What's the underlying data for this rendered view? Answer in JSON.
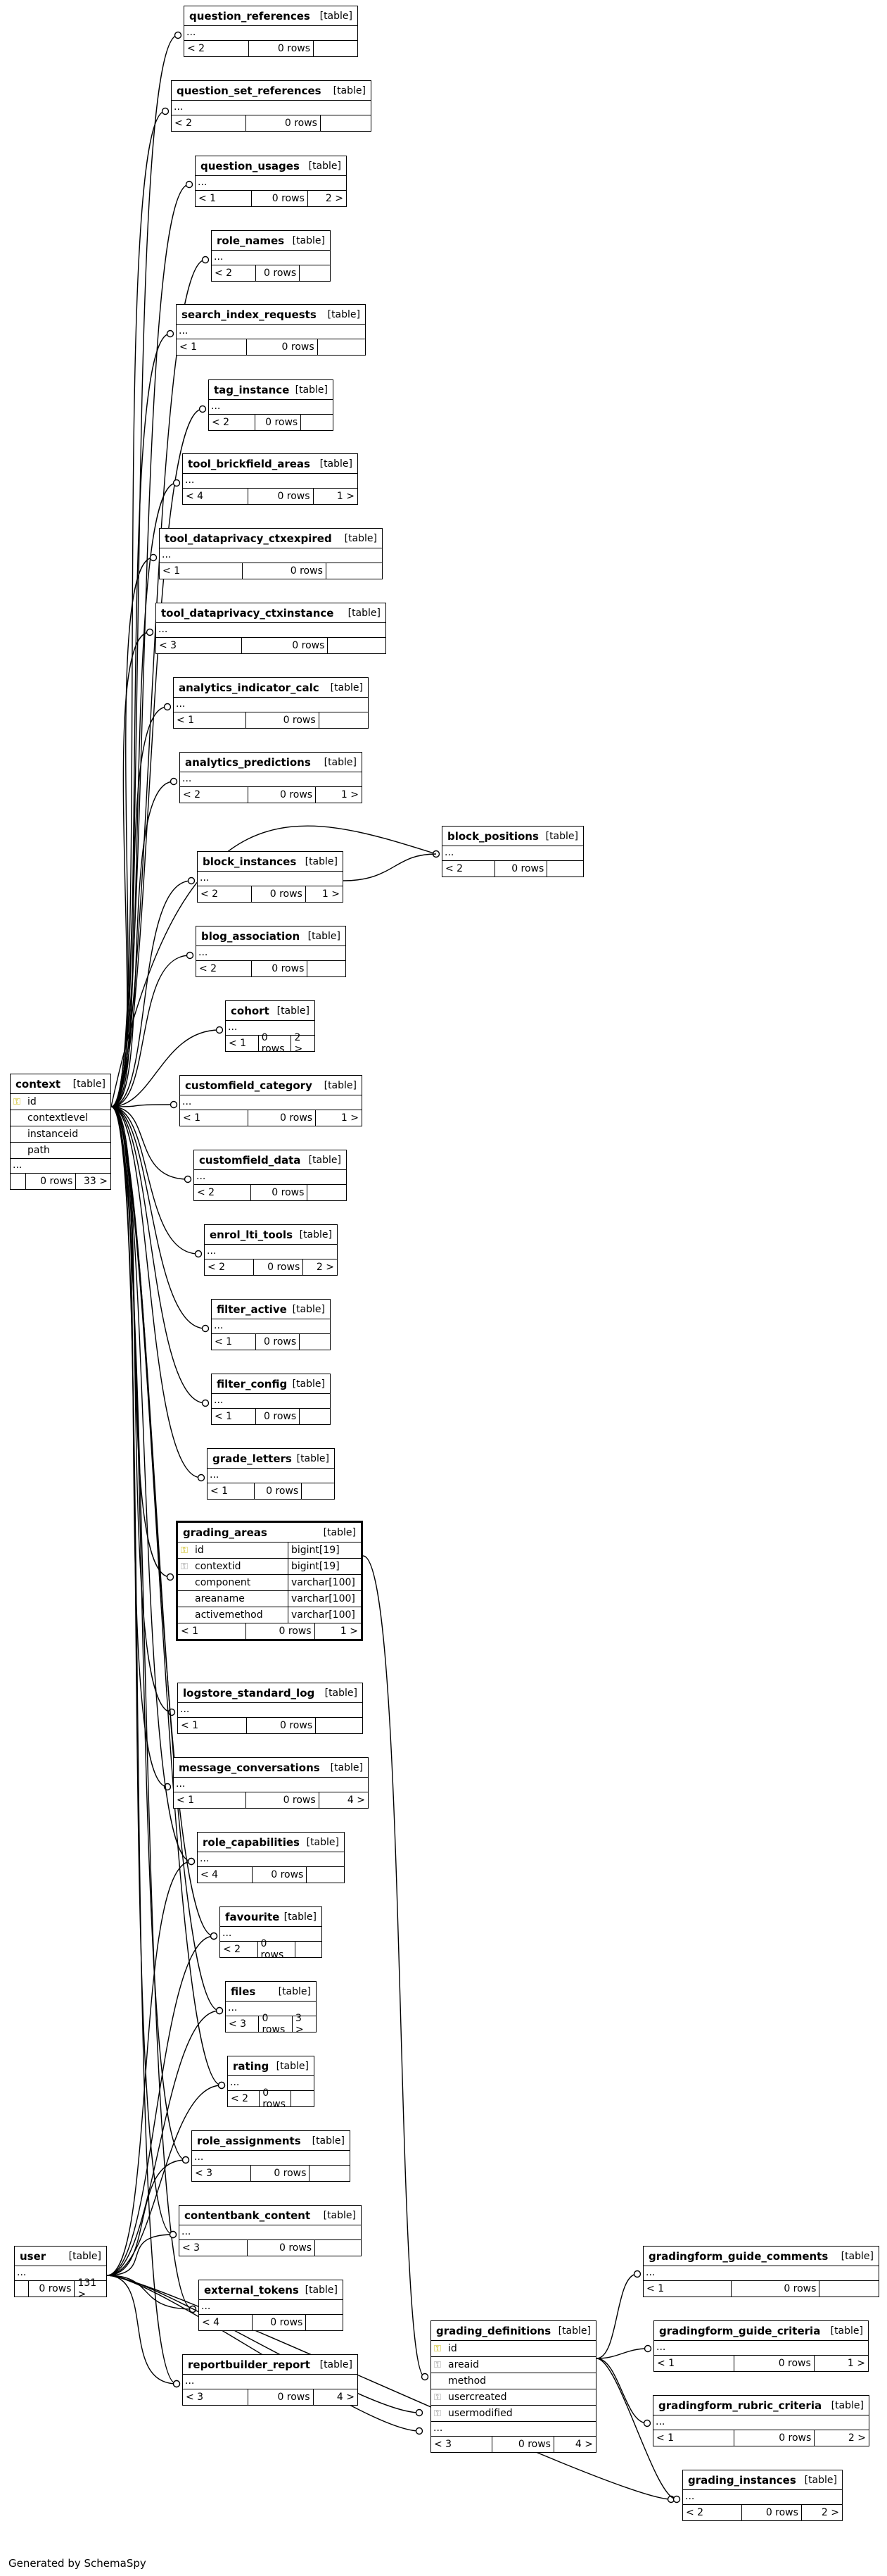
{
  "footer": {
    "credit": "Generated by SchemaSpy"
  },
  "tables": [
    {
      "id": "question_references",
      "name": "question_references",
      "type": "[table]",
      "ellipsis": "...",
      "left": "< 2",
      "rows": "0 rows",
      "right": ""
    },
    {
      "id": "question_set_references",
      "name": "question_set_references",
      "type": "[table]",
      "ellipsis": "...",
      "left": "< 2",
      "rows": "0 rows",
      "right": ""
    },
    {
      "id": "question_usages",
      "name": "question_usages",
      "type": "[table]",
      "ellipsis": "...",
      "left": "< 1",
      "rows": "0 rows",
      "right": "2 >"
    },
    {
      "id": "role_names",
      "name": "role_names",
      "type": "[table]",
      "ellipsis": "...",
      "left": "< 2",
      "rows": "0 rows",
      "right": ""
    },
    {
      "id": "search_index_requests",
      "name": "search_index_requests",
      "type": "[table]",
      "ellipsis": "...",
      "left": "< 1",
      "rows": "0 rows",
      "right": ""
    },
    {
      "id": "tag_instance",
      "name": "tag_instance",
      "type": "[table]",
      "ellipsis": "...",
      "left": "< 2",
      "rows": "0 rows",
      "right": ""
    },
    {
      "id": "tool_brickfield_areas",
      "name": "tool_brickfield_areas",
      "type": "[table]",
      "ellipsis": "...",
      "left": "< 4",
      "rows": "0 rows",
      "right": "1 >"
    },
    {
      "id": "tool_dataprivacy_ctxexpired",
      "name": "tool_dataprivacy_ctxexpired",
      "type": "[table]",
      "ellipsis": "...",
      "left": "< 1",
      "rows": "0 rows",
      "right": ""
    },
    {
      "id": "tool_dataprivacy_ctxinstance",
      "name": "tool_dataprivacy_ctxinstance",
      "type": "[table]",
      "ellipsis": "...",
      "left": "< 3",
      "rows": "0 rows",
      "right": ""
    },
    {
      "id": "analytics_indicator_calc",
      "name": "analytics_indicator_calc",
      "type": "[table]",
      "ellipsis": "...",
      "left": "< 1",
      "rows": "0 rows",
      "right": ""
    },
    {
      "id": "analytics_predictions",
      "name": "analytics_predictions",
      "type": "[table]",
      "ellipsis": "...",
      "left": "< 2",
      "rows": "0 rows",
      "right": "1 >"
    },
    {
      "id": "block_positions",
      "name": "block_positions",
      "type": "[table]",
      "ellipsis": "...",
      "left": "< 2",
      "rows": "0 rows",
      "right": ""
    },
    {
      "id": "block_instances",
      "name": "block_instances",
      "type": "[table]",
      "ellipsis": "...",
      "left": "< 2",
      "rows": "0 rows",
      "right": "1 >"
    },
    {
      "id": "blog_association",
      "name": "blog_association",
      "type": "[table]",
      "ellipsis": "...",
      "left": "< 2",
      "rows": "0 rows",
      "right": ""
    },
    {
      "id": "cohort",
      "name": "cohort",
      "type": "[table]",
      "ellipsis": "...",
      "left": "< 1",
      "rows": "0 rows",
      "right": "2 >"
    },
    {
      "id": "customfield_category",
      "name": "customfield_category",
      "type": "[table]",
      "ellipsis": "...",
      "left": "< 1",
      "rows": "0 rows",
      "right": "1 >"
    },
    {
      "id": "customfield_data",
      "name": "customfield_data",
      "type": "[table]",
      "ellipsis": "...",
      "left": "< 2",
      "rows": "0 rows",
      "right": ""
    },
    {
      "id": "enrol_lti_tools",
      "name": "enrol_lti_tools",
      "type": "[table]",
      "ellipsis": "...",
      "left": "< 2",
      "rows": "0 rows",
      "right": "2 >"
    },
    {
      "id": "filter_active",
      "name": "filter_active",
      "type": "[table]",
      "ellipsis": "...",
      "left": "< 1",
      "rows": "0 rows",
      "right": ""
    },
    {
      "id": "filter_config",
      "name": "filter_config",
      "type": "[table]",
      "ellipsis": "...",
      "left": "< 1",
      "rows": "0 rows",
      "right": ""
    },
    {
      "id": "grade_letters",
      "name": "grade_letters",
      "type": "[table]",
      "ellipsis": "...",
      "left": "< 1",
      "rows": "0 rows",
      "right": ""
    },
    {
      "id": "logstore_standard_log",
      "name": "logstore_standard_log",
      "type": "[table]",
      "ellipsis": "...",
      "left": "< 1",
      "rows": "0 rows",
      "right": ""
    },
    {
      "id": "message_conversations",
      "name": "message_conversations",
      "type": "[table]",
      "ellipsis": "...",
      "left": "< 1",
      "rows": "0 rows",
      "right": "4 >"
    },
    {
      "id": "role_capabilities",
      "name": "role_capabilities",
      "type": "[table]",
      "ellipsis": "...",
      "left": "< 4",
      "rows": "0 rows",
      "right": ""
    },
    {
      "id": "favourite",
      "name": "favourite",
      "type": "[table]",
      "ellipsis": "...",
      "left": "< 2",
      "rows": "0 rows",
      "right": ""
    },
    {
      "id": "files",
      "name": "files",
      "type": "[table]",
      "ellipsis": "...",
      "left": "< 3",
      "rows": "0 rows",
      "right": "3 >"
    },
    {
      "id": "rating",
      "name": "rating",
      "type": "[table]",
      "ellipsis": "...",
      "left": "< 2",
      "rows": "0 rows",
      "right": ""
    },
    {
      "id": "role_assignments",
      "name": "role_assignments",
      "type": "[table]",
      "ellipsis": "...",
      "left": "< 3",
      "rows": "0 rows",
      "right": ""
    },
    {
      "id": "contentbank_content",
      "name": "contentbank_content",
      "type": "[table]",
      "ellipsis": "...",
      "left": "< 3",
      "rows": "0 rows",
      "right": ""
    },
    {
      "id": "external_tokens",
      "name": "external_tokens",
      "type": "[table]",
      "ellipsis": "...",
      "left": "< 4",
      "rows": "0 rows",
      "right": ""
    },
    {
      "id": "reportbuilder_report",
      "name": "reportbuilder_report",
      "type": "[table]",
      "ellipsis": "...",
      "left": "< 3",
      "rows": "0 rows",
      "right": "4 >"
    },
    {
      "id": "user",
      "name": "user",
      "type": "[table]",
      "ellipsis": "...",
      "left": "",
      "rows": "0 rows",
      "right": "131 >"
    },
    {
      "id": "gradingform_guide_comments",
      "name": "gradingform_guide_comments",
      "type": "[table]",
      "ellipsis": "...",
      "left": "< 1",
      "rows": "0 rows",
      "right": ""
    },
    {
      "id": "gradingform_guide_criteria",
      "name": "gradingform_guide_criteria",
      "type": "[table]",
      "ellipsis": "...",
      "left": "< 1",
      "rows": "0 rows",
      "right": "1 >"
    },
    {
      "id": "gradingform_rubric_criteria",
      "name": "gradingform_rubric_criteria",
      "type": "[table]",
      "ellipsis": "...",
      "left": "< 1",
      "rows": "0 rows",
      "right": "2 >"
    },
    {
      "id": "grading_instances",
      "name": "grading_instances",
      "type": "[table]",
      "ellipsis": "...",
      "left": "< 2",
      "rows": "0 rows",
      "right": "2 >"
    }
  ],
  "context": {
    "name": "context",
    "type": "[table]",
    "columns": [
      {
        "name": "id",
        "key": "pk"
      },
      {
        "name": "contextlevel",
        "key": ""
      },
      {
        "name": "instanceid",
        "key": ""
      },
      {
        "name": "path",
        "key": ""
      }
    ],
    "ellipsis": "...",
    "left": "",
    "rows": "0 rows",
    "right": "33 >"
  },
  "grading_areas": {
    "name": "grading_areas",
    "type": "[table]",
    "columns": [
      {
        "name": "id",
        "key": "pk",
        "ctype": "bigint[19]"
      },
      {
        "name": "contextid",
        "key": "fk",
        "ctype": "bigint[19]"
      },
      {
        "name": "component",
        "key": "",
        "ctype": "varchar[100]"
      },
      {
        "name": "areaname",
        "key": "",
        "ctype": "varchar[100]"
      },
      {
        "name": "activemethod",
        "key": "",
        "ctype": "varchar[100]"
      }
    ],
    "left": "< 1",
    "rows": "0 rows",
    "right": "1 >"
  },
  "grading_definitions": {
    "name": "grading_definitions",
    "type": "[table]",
    "columns": [
      {
        "name": "id",
        "key": "pk"
      },
      {
        "name": "areaid",
        "key": "fk"
      },
      {
        "name": "method",
        "key": ""
      },
      {
        "name": "usercreated",
        "key": "fk"
      },
      {
        "name": "usermodified",
        "key": "fk"
      }
    ],
    "ellipsis": "...",
    "left": "< 3",
    "rows": "0 rows",
    "right": "4 >"
  },
  "icons": {
    "pk": "key-icon",
    "fk": "foreign-key-icon"
  }
}
